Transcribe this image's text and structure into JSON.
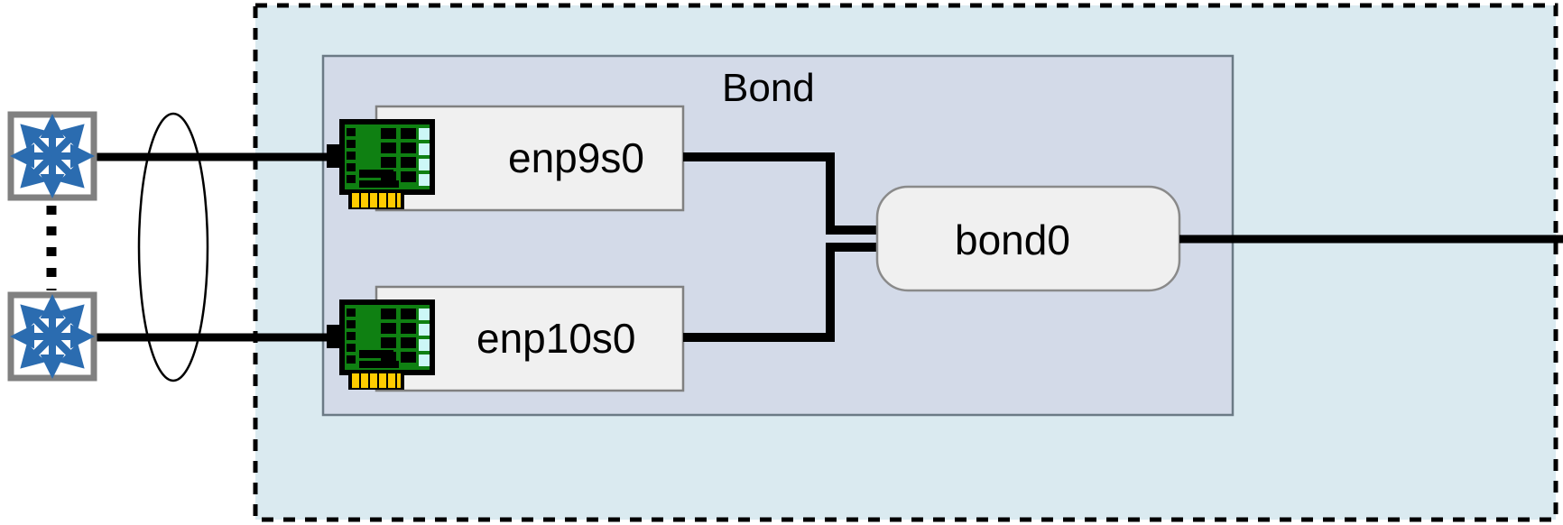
{
  "diagram": {
    "title": "Linux network bonding diagram",
    "type": "network-topology"
  },
  "host_container": {
    "name": "host-boundary",
    "border_style": "dashed",
    "fill_color": "#daeaf0",
    "border_color": "#000000"
  },
  "bond_group": {
    "label": "Bond",
    "fill_color": "#d3dae8",
    "border_color": "#6b7a85"
  },
  "switches": [
    {
      "name": "switch-top",
      "icon": "switch-icon",
      "arrow_color": "#2b6cb0",
      "border_color": "#808080"
    },
    {
      "name": "switch-bottom",
      "icon": "switch-icon",
      "arrow_color": "#2b6cb0",
      "border_color": "#808080"
    }
  ],
  "stack_link": {
    "name": "switch-stack-link",
    "style": "dotted"
  },
  "link_bundle": {
    "name": "link-bundle-ellipse",
    "shape": "ellipse"
  },
  "interfaces": [
    {
      "label": "enp9s0",
      "name": "interface-enp9s0",
      "icon": "network-card-icon",
      "box_fill": "#f0f0f0",
      "box_border": "#808080"
    },
    {
      "label": "enp10s0",
      "name": "interface-enp10s0",
      "icon": "network-card-icon",
      "box_fill": "#f0f0f0",
      "box_border": "#808080"
    }
  ],
  "bond_device": {
    "label": "bond0",
    "name": "bond0-device",
    "fill_color": "#f0f0f0",
    "border_color": "#8a8a8a",
    "shape": "rounded-rectangle"
  },
  "nic_icon_colors": {
    "pcb": "#0f8012",
    "pcb_dark": "#0b6610",
    "chip": "#000000",
    "led": "#ccf7f7",
    "gold_fingers": "#ffcc00",
    "outline": "#000000"
  },
  "links": [
    {
      "name": "link-switch-top-to-enp9s0"
    },
    {
      "name": "link-switch-bottom-to-enp10s0"
    },
    {
      "name": "link-enp9s0-to-bond0"
    },
    {
      "name": "link-enp10s0-to-bond0"
    },
    {
      "name": "link-bond0-uplink"
    }
  ]
}
